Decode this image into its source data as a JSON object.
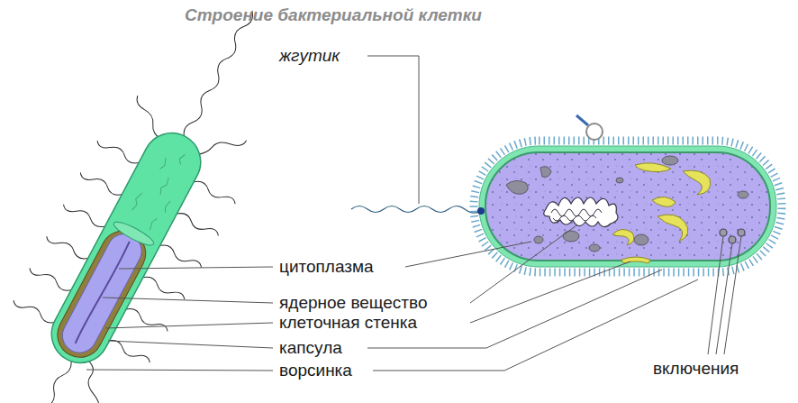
{
  "diagram": {
    "title": "Строение бактериальной клетки",
    "labels": [
      "жгутик",
      "цитоплазма",
      "ядерное вещество",
      "клеточная стенка",
      "капсула",
      "ворсинка",
      "включения"
    ]
  }
}
